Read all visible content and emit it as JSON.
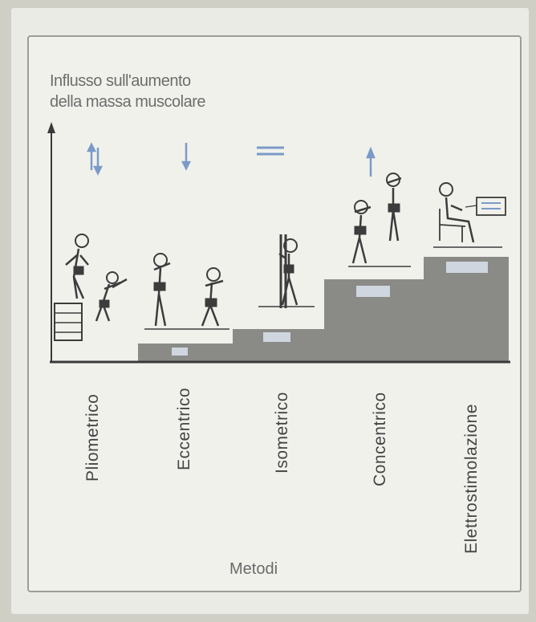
{
  "y_axis_title_lines": [
    "Influsso sull'aumento",
    "della massa muscolare"
  ],
  "x_axis_title": "Metodi",
  "methods": [
    {
      "label": "Pliometrico",
      "influence_arrow": "up-down-arrows"
    },
    {
      "label": "Eccentrico",
      "influence_arrow": "down-arrow"
    },
    {
      "label": "Isometrico",
      "influence_arrow": "equals-sign"
    },
    {
      "label": "Concentrico",
      "influence_arrow": "up-arrow"
    },
    {
      "label": "Elettrostimolazione",
      "influence_arrow": "none"
    }
  ],
  "colors": {
    "step_fill": "#8a8a86",
    "axis": "#3a3a3a",
    "arrow_blue": "#7a9ac8",
    "figure": "#3c3c3c"
  }
}
